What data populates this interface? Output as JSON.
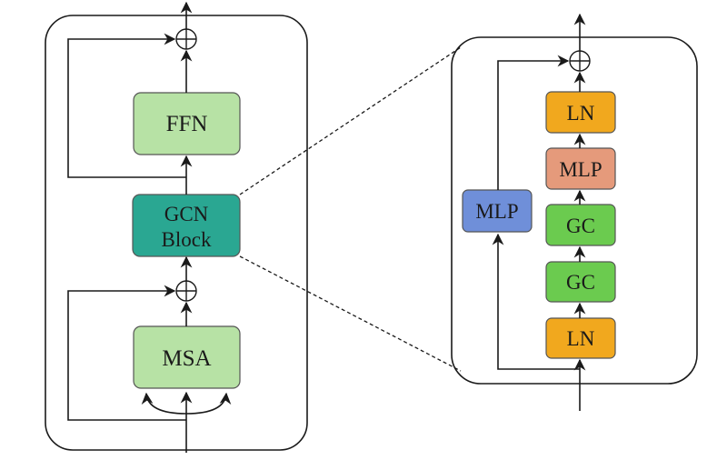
{
  "left_module": {
    "ffn_label": "FFN",
    "gcn_label_line1": "GCN",
    "gcn_label_line2": "Block",
    "msa_label": "MSA"
  },
  "right_module": {
    "mlp_side_label": "MLP",
    "ln_top_label": "LN",
    "mlp_label": "MLP",
    "gc_upper_label": "GC",
    "gc_lower_label": "GC",
    "ln_bottom_label": "LN"
  },
  "colors": {
    "ffn_msa_fill": "#b7e2a5",
    "gcn_fill": "#2aa792",
    "ln_fill": "#f1a81e",
    "mlp_fill": "#e59a7b",
    "gc_fill": "#6bcb4f",
    "mlp_side_fill": "#6f8fd9",
    "line": "#1a1a1a"
  }
}
